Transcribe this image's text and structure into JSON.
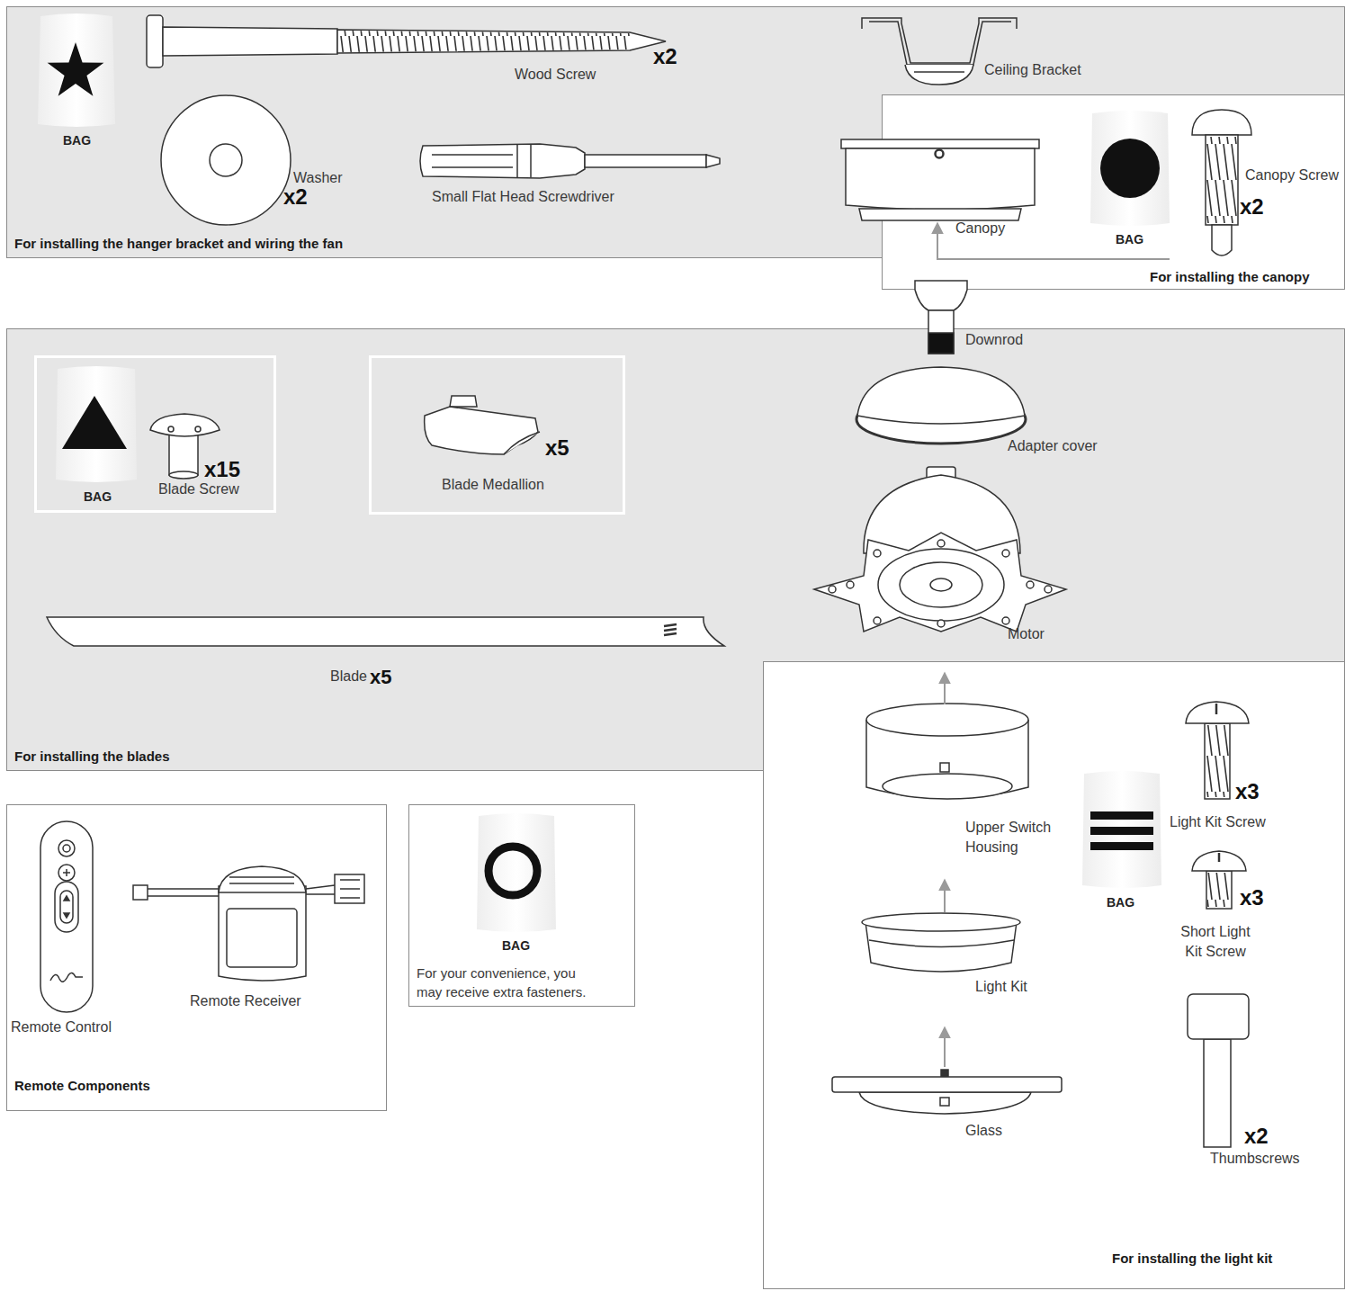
{
  "diagram": {
    "nodes": [
      {
        "text": [
          "For installing the hanger bracket and wiring the fan"
        ]
      },
      {
        "text": [
          "For installing the canopy"
        ]
      },
      {
        "text": [
          "For installing the blades"
        ]
      },
      {
        "text": [
          "BAG",
          "x15",
          "Blade Screw"
        ],
        "in": 2
      },
      {
        "text": [
          "x5",
          "Blade Medallion"
        ],
        "in": 2
      },
      {
        "text": [
          "For installing the light kit"
        ]
      },
      {
        "text": [
          "Remote Components"
        ]
      },
      {
        "text": [
          "BAG",
          "For your convenience, you may receive extra fasteners."
        ]
      }
    ],
    "labels": [
      "BAG",
      "Wood Screw",
      "x2",
      "Washer",
      "x2",
      "Small Flat Head Screwdriver",
      "Ceiling Bracket",
      "Canopy",
      "BAG",
      "Canopy Screw",
      "x2",
      "Downrod",
      "Adapter cover",
      "Motor",
      "Blade",
      "x5",
      "Upper Switch Housing",
      "BAG",
      "Light Kit Screw",
      "x3",
      "Short Light Kit Screw",
      "x3",
      "Light Kit",
      "Glass",
      "x2",
      "Thumbscrews",
      "Remote Control",
      "Remote Receiver"
    ]
  }
}
